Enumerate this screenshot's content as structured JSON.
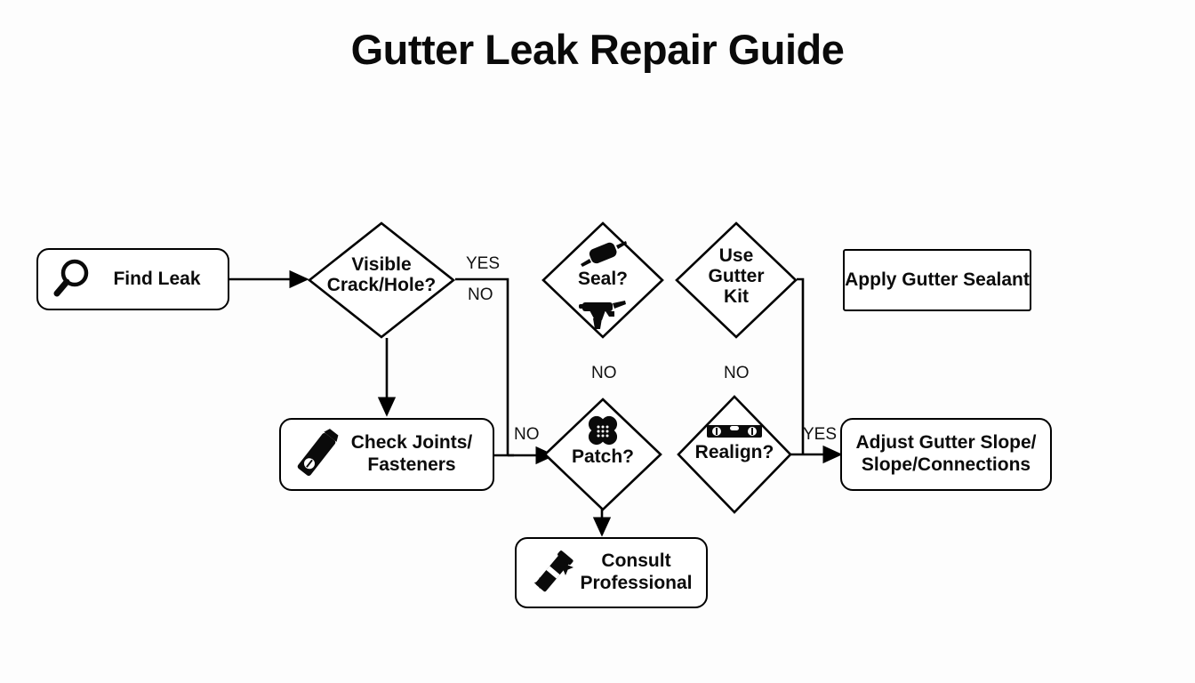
{
  "page": {
    "title": "Gutter Leak Repair Guide",
    "background_color": "#fdfdfd",
    "line_color": "#000000",
    "text_color": "#0b0b0b"
  },
  "chart_data": {
    "type": "diagram",
    "diagram_type": "flowchart",
    "title": "Gutter Leak Repair Guide",
    "orientation": "left-to-right",
    "nodes": [
      {
        "id": "find_leak",
        "label": "Find Leak",
        "shape": "rounded-rect",
        "icon": "magnifier-icon"
      },
      {
        "id": "visible_crack",
        "label": "Visible\nCrack/Hole?",
        "shape": "diamond",
        "icon": "none"
      },
      {
        "id": "seal",
        "label": "Seal?",
        "shape": "diamond",
        "icon": "caulk-tube-icon, caulk-gun-icon"
      },
      {
        "id": "use_gutter_kit",
        "label": "Use\nGutter\nKit",
        "shape": "diamond",
        "icon": "none"
      },
      {
        "id": "apply_sealant",
        "label": "Apply Gutter Sealant",
        "shape": "rect",
        "icon": "none"
      },
      {
        "id": "check_joints",
        "label": "Check Joints/\nFasteners",
        "shape": "rounded-rect",
        "icon": "level-tool-icon"
      },
      {
        "id": "patch",
        "label": "Patch?",
        "shape": "diamond",
        "icon": "bandage-icon"
      },
      {
        "id": "realign",
        "label": "Realign?",
        "shape": "diamond",
        "icon": "spirit-level-icon"
      },
      {
        "id": "adjust_slope",
        "label": "Adjust Gutter Slope/\nSlope/Connections",
        "shape": "rect",
        "icon": "none"
      },
      {
        "id": "consult_pro",
        "label": "Consult\nProfessional",
        "shape": "rounded-rect",
        "icon": "sparkle-wand-icon"
      }
    ],
    "edges": [
      {
        "from": "find_leak",
        "to": "visible_crack",
        "label": "",
        "arrow": true
      },
      {
        "from": "visible_crack",
        "to": "seal",
        "label": "YES",
        "arrow": false
      },
      {
        "from": "visible_crack",
        "to": "check_joints",
        "label": "",
        "arrow": true
      },
      {
        "from": "visible_crack",
        "to": "patch",
        "label": "NO",
        "arrow": true
      },
      {
        "from": "seal",
        "to": "patch",
        "label": "NO",
        "arrow": false
      },
      {
        "from": "use_gutter_kit",
        "to": "realign",
        "label": "NO",
        "arrow": false
      },
      {
        "from": "use_gutter_kit",
        "to": "adjust_slope",
        "label": "YES",
        "arrow": true
      },
      {
        "from": "realign",
        "to": "adjust_slope",
        "label": "YES",
        "arrow": true
      },
      {
        "from": "patch",
        "to": "consult_pro",
        "label": "",
        "arrow": true
      },
      {
        "from": "check_joints",
        "to": "patch",
        "label": "",
        "arrow": false
      }
    ],
    "edge_labels": [
      "YES",
      "NO",
      "NO",
      "NO",
      "NO",
      "YES"
    ]
  },
  "nodes": {
    "find_leak": {
      "label": "Find Leak"
    },
    "visible_crack": {
      "label": "Visible\nCrack/Hole?"
    },
    "seal": {
      "label": "Seal?"
    },
    "use_gutter_kit": {
      "label": "Use\nGutter\nKit"
    },
    "apply_sealant": {
      "label": "Apply Gutter Sealant"
    },
    "check_joints": {
      "label": "Check Joints/\nFasteners"
    },
    "patch": {
      "label": "Patch?"
    },
    "realign": {
      "label": "Realign?"
    },
    "adjust_slope": {
      "label": "Adjust Gutter Slope/\nSlope/Connections"
    },
    "consult_pro": {
      "label": "Consult\nProfessional"
    }
  },
  "labels": {
    "yes_crack": "YES",
    "no_crack": "NO",
    "no_to_patch": "NO",
    "no_seal": "NO",
    "no_kit": "NO",
    "yes_realign": "YES"
  }
}
